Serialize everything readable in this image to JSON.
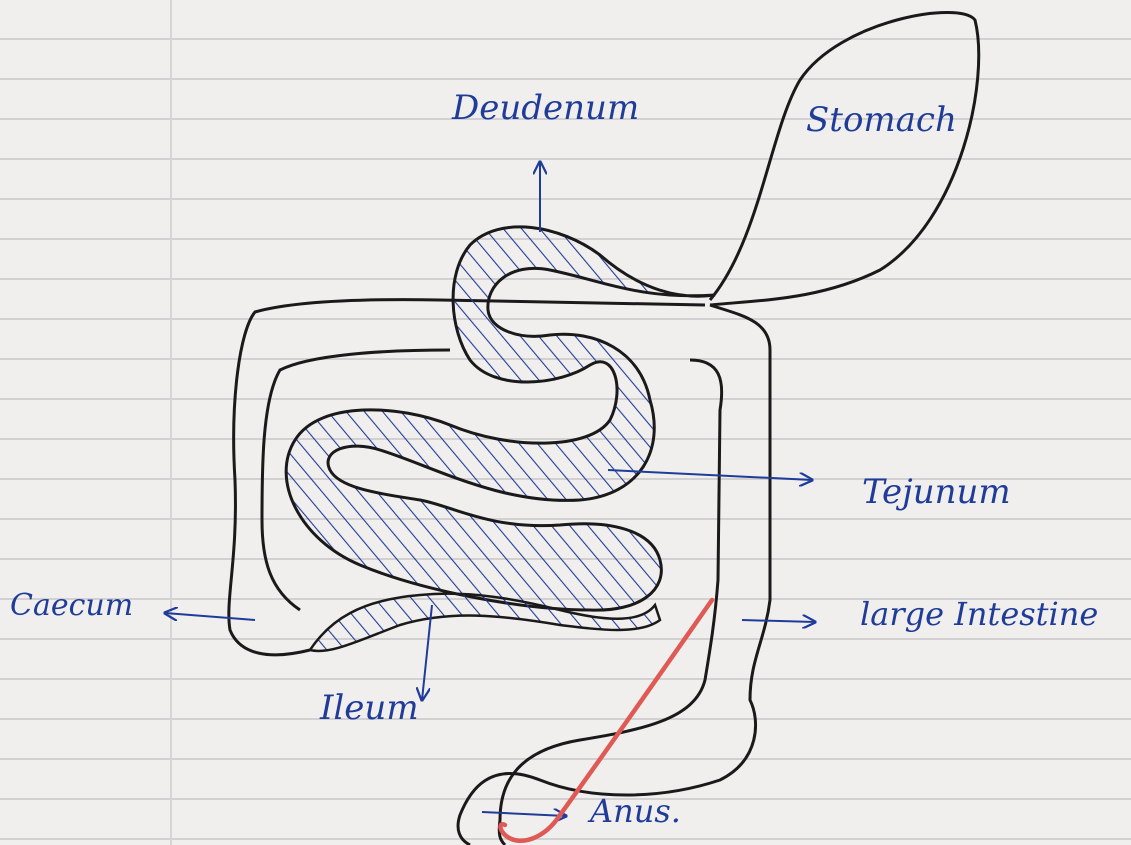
{
  "labels": {
    "duodenum": "Deudenum",
    "stomach": "Stomach",
    "jejunum": "Tejunum",
    "caecum": "Caecum",
    "large_intestine": "large Intestine",
    "ileum": "Ileum",
    "anus": "Anus."
  },
  "colors": {
    "ink_black": "#1a1a1a",
    "ink_blue": "#1f3c99",
    "correction_red": "#e05a55",
    "paper": "#f1efee",
    "ruled_line": "#d3d0d2"
  }
}
